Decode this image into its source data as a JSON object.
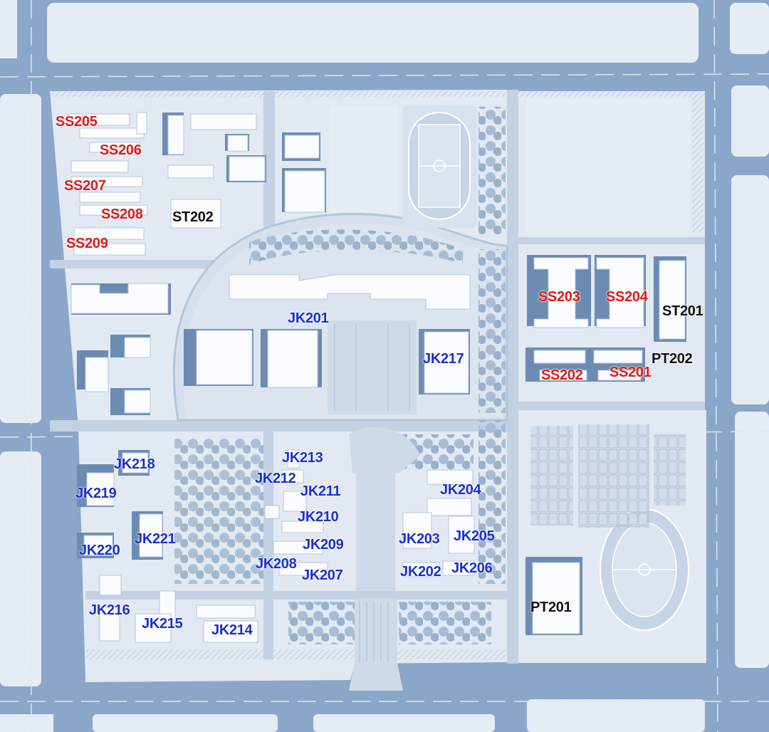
{
  "map": {
    "colors": {
      "road": "#8aa6c9",
      "block": "#e6ecf4",
      "plaza": "#c9d6e6",
      "building": "#fbfcfe",
      "shadow": "#5d7ea8",
      "tree": "#9fb3cc",
      "field": "#d7e2ee",
      "label_blue": "#1a2fd0",
      "label_red": "#e01a1a",
      "label_black": "#111111"
    },
    "labels": {
      "ss205": "SS205",
      "ss206": "SS206",
      "ss207": "SS207",
      "ss208": "SS208",
      "ss209": "SS209",
      "st202": "ST202",
      "ss203": "SS203",
      "ss204": "SS204",
      "st201": "ST201",
      "ss202": "SS202",
      "ss201": "SS201",
      "pt202": "PT202",
      "jk201": "JK201",
      "jk217": "JK217",
      "jk218": "JK218",
      "jk219": "JK219",
      "jk220": "JK220",
      "jk221": "JK221",
      "jk213": "JK213",
      "jk212": "JK212",
      "jk211": "JK211",
      "jk210": "JK210",
      "jk209": "JK209",
      "jk208": "JK208",
      "jk207": "JK207",
      "jk204": "JK204",
      "jk203": "JK203",
      "jk205": "JK205",
      "jk202": "JK202",
      "jk206": "JK206",
      "jk216": "JK216",
      "jk215": "JK215",
      "jk214": "JK214",
      "pt201": "PT201"
    }
  }
}
